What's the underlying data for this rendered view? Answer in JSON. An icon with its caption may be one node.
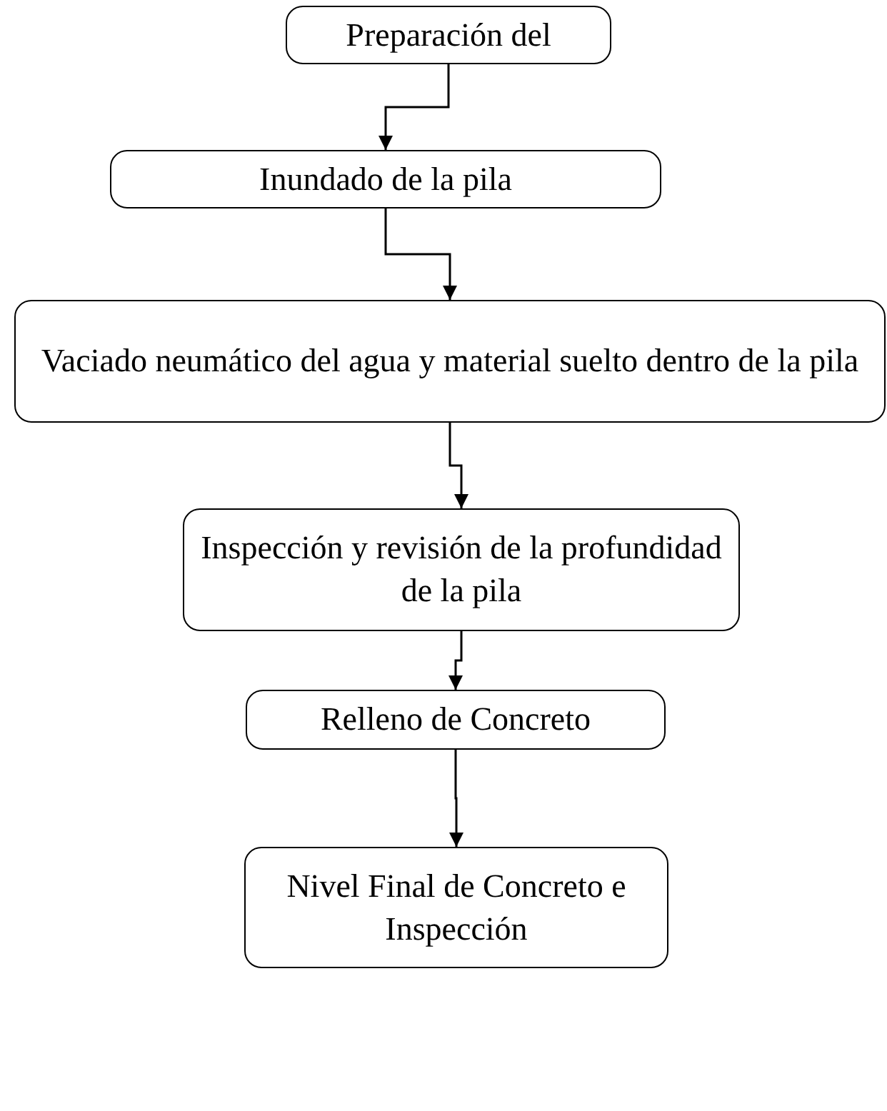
{
  "diagram": {
    "nodes": [
      {
        "text": [
          "Preparación del"
        ]
      },
      {
        "text": [
          "Inundado de la pila"
        ]
      },
      {
        "text": [
          "Vaciado neumático del agua y material suelto dentro de la pila"
        ]
      },
      {
        "text": [
          "Inspección y revisión de la profundidad de la pila"
        ]
      },
      {
        "text": [
          "Relleno de Concreto"
        ]
      },
      {
        "text": [
          "Nivel Final de Concreto e Inspección"
        ]
      }
    ],
    "edges": [
      {
        "from": 0,
        "to": 1,
        "arrow": "to"
      },
      {
        "from": 1,
        "to": 2,
        "arrow": "to"
      },
      {
        "from": 2,
        "to": 3,
        "arrow": "to"
      },
      {
        "from": 3,
        "to": 4,
        "arrow": "to"
      },
      {
        "from": 4,
        "to": 5,
        "arrow": "to"
      }
    ]
  }
}
